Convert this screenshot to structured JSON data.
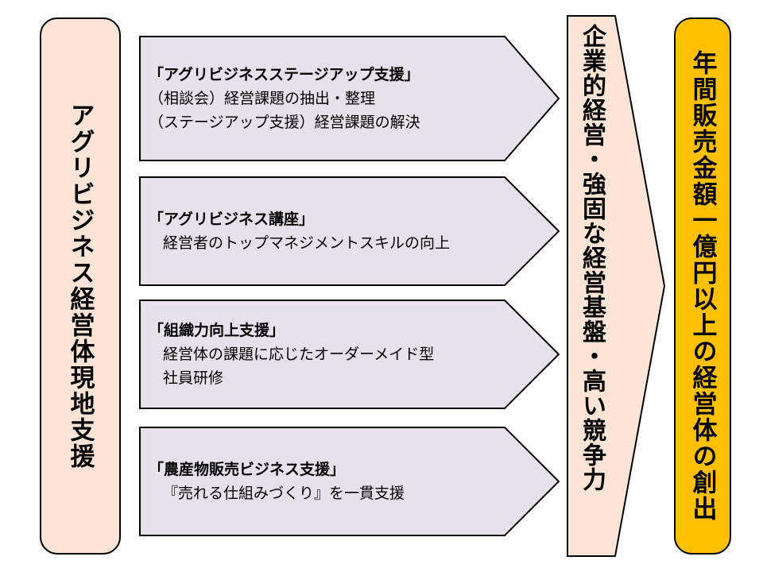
{
  "left_box": {
    "label": "アグリビジネス経営体現地支援"
  },
  "rows": [
    {
      "title": "「アグリビジネスステージアップ支援」",
      "lines": [
        "（相談会）経営課題の抽出・整理",
        "（ステージアップ支援）経営課題の解決"
      ]
    },
    {
      "title": "「アグリビジネス講座」",
      "lines": [
        "経営者のトップマネジメントスキルの向上"
      ]
    },
    {
      "title": "「組織力向上支援」",
      "lines": [
        "経営体の課題に応じたオーダーメイド型",
        "社員研修"
      ]
    },
    {
      "title": "「農産物販売ビジネス支援」",
      "lines": [
        "『売れる仕組みづくり』を一貫支援"
      ]
    }
  ],
  "middle_arrow": {
    "label": "企業的経営・強固な経営基盤・高い競争力"
  },
  "right_box": {
    "label": "年間販売金額一億円以上の経営体の創出"
  },
  "colors": {
    "left_box_fill": "#fce4d6",
    "row_arrow_fill": "#e6e1ec",
    "middle_arrow_fill": "#fce4d6",
    "right_box_fill": "#ffc000"
  }
}
